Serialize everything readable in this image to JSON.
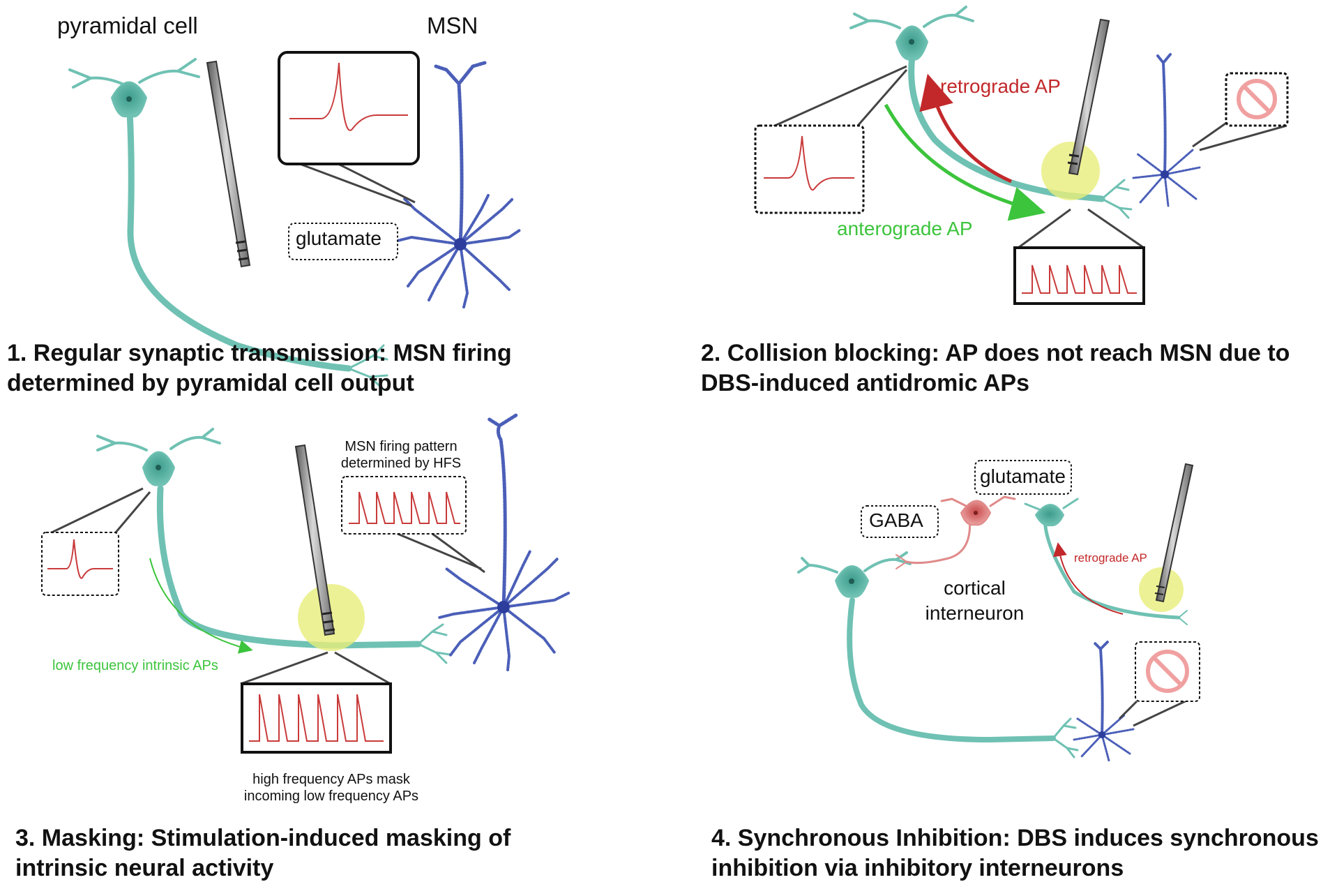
{
  "panel1": {
    "heading": "1. Regular synaptic transmission: MSN firing determined by pyramidal cell output",
    "pyramidal_label": "pyramidal cell",
    "msn_label": "MSN",
    "glutamate_label": "glutamate"
  },
  "panel2": {
    "heading": "2. Collision blocking: AP does not reach MSN due to DBS-induced antidromic APs",
    "retrograde_label": "retrograde AP",
    "anterograde_label": "anterograde AP"
  },
  "panel3": {
    "heading": "3. Masking: Stimulation-induced masking of intrinsic neural activity",
    "msn_pattern_label": "MSN firing pattern determined by HFS",
    "low_freq_label": "low frequency intrinsic APs",
    "high_freq_label": "high frequency APs mask incoming low frequency APs"
  },
  "panel4": {
    "heading": "4. Synchronous Inhibition: DBS induces synchronous inhibition via inhibitory interneurons",
    "glutamate_label": "glutamate",
    "gaba_label": "GABA",
    "interneuron_label": "cortical interneuron",
    "retrograde_label": "retrograde AP"
  },
  "colors": {
    "pyramidal": "#6fc1b3",
    "msn": "#4b5fb8",
    "interneuron": "#e08a8a",
    "trace": "#c93a3a",
    "electrode_glow": "#e8ee7a",
    "anterograde": "#3cc43c",
    "retrograde": "#c2282a"
  }
}
